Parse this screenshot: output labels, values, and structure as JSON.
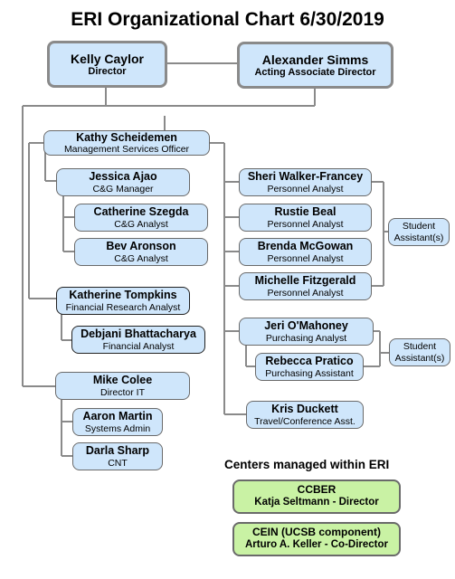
{
  "title": "ERI Organizational Chart 6/30/2019",
  "top": {
    "director": {
      "name": "Kelly Caylor",
      "role": "Director"
    },
    "associate": {
      "name": "Alexander Simms",
      "role": "Acting Associate Director"
    }
  },
  "management": {
    "name": "Kathy Scheidemen",
    "role": "Management Services Officer"
  },
  "left": {
    "cg_manager": {
      "name": "Jessica Ajao",
      "role": "C&G Manager"
    },
    "cg_analyst_1": {
      "name": "Catherine Szegda",
      "role": "C&G Analyst"
    },
    "cg_analyst_2": {
      "name": "Bev Aronson",
      "role": "C&G Analyst"
    },
    "financial_research": {
      "name": "Katherine Tompkins",
      "role": "Financial Research Analyst"
    },
    "financial_analyst": {
      "name": "Debjani Bhattacharya",
      "role": "Financial Analyst"
    },
    "it_director": {
      "name": "Mike Colee",
      "role": "Director IT"
    },
    "sysadmin": {
      "name": "Aaron Martin",
      "role": "Systems Admin"
    },
    "cnt": {
      "name": "Darla Sharp",
      "role": "CNT"
    }
  },
  "right": {
    "personnel_1": {
      "name": "Sheri Walker-Francey",
      "role": "Personnel Analyst"
    },
    "personnel_2": {
      "name": "Rustie Beal",
      "role": "Personnel Analyst"
    },
    "personnel_3": {
      "name": "Brenda McGowan",
      "role": "Personnel Analyst"
    },
    "personnel_4": {
      "name": "Michelle Fitzgerald",
      "role": "Personnel Analyst"
    },
    "student_1": "Student Assistant(s)",
    "purchasing_analyst": {
      "name": "Jeri O'Mahoney",
      "role": "Purchasing Analyst"
    },
    "purchasing_assistant": {
      "name": "Rebecca Pratico",
      "role": "Purchasing Assistant"
    },
    "student_2": "Student Assistant(s)",
    "travel": {
      "name": "Kris Duckett",
      "role": "Travel/Conference Asst."
    }
  },
  "centers": {
    "heading": "Centers managed within ERI",
    "ccber": {
      "name": "CCBER",
      "lead": "Katja Seltmann - Director"
    },
    "cein": {
      "name": "CEIN (UCSB component)",
      "lead": "Arturo A. Keller - Co-Director"
    }
  },
  "colors": {
    "node_fill": "#cfe6fb",
    "center_fill": "#c9f2a4",
    "line": "#8a8a8a"
  }
}
